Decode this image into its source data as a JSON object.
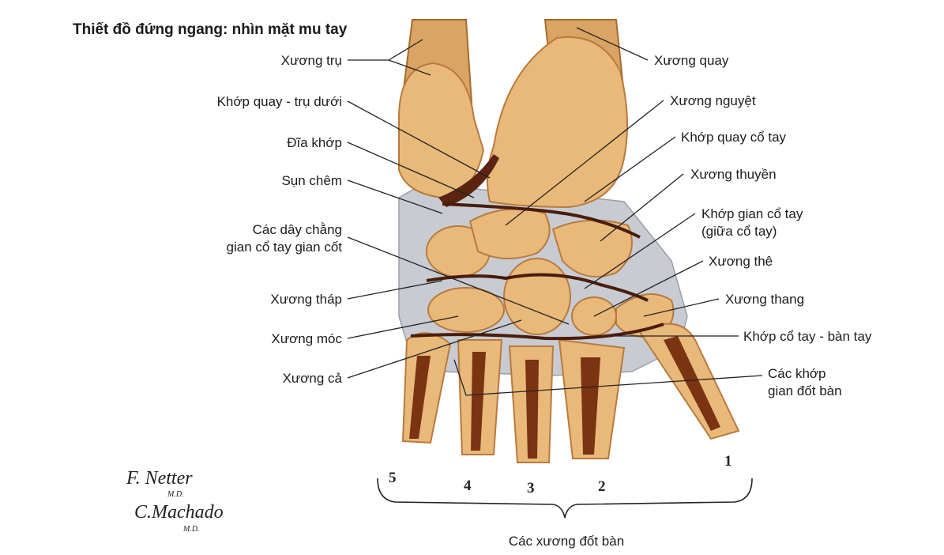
{
  "title": "Thiết đồ đứng ngang: nhìn mặt mu tay",
  "labels_left": [
    "Xương trụ",
    "Khớp quay - trụ dưới",
    "Đĩa khớp",
    "Sụn chêm",
    "Các dây chằng",
    "gian cổ tay gian cốt",
    "Xương tháp",
    "Xương móc",
    "Xương cả"
  ],
  "labels_right": [
    "Xương quay",
    "Xương nguyệt",
    "Khớp quay cổ tay",
    "Xương thuyền",
    "Khớp gian cổ tay",
    "(giữa cổ tay)",
    "Xương thê",
    "Xương thang",
    "Khớp cổ tay - bàn tay",
    "Các khớp",
    "gian đốt bàn"
  ],
  "metacarpal_numbers": [
    "5",
    "4",
    "3",
    "2",
    "1"
  ],
  "bottom_label": "Các xương đốt bàn",
  "signature_1": "F. Netter M.D.",
  "signature_2": "C.Machado M.D.",
  "colors": {
    "bone": "#e9b97a",
    "cortex": "#b87a3d",
    "marrow": "#7a3412",
    "cartilage": "#c8ccd2"
  }
}
